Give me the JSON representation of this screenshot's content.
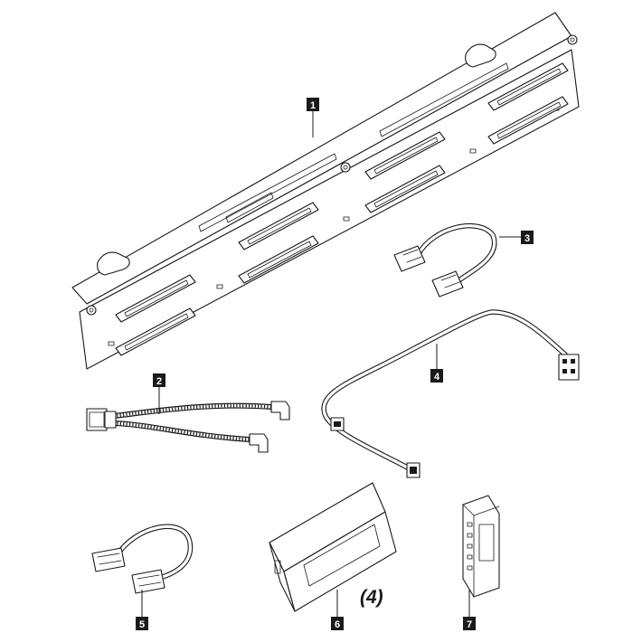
{
  "callouts": [
    {
      "id": "1",
      "label": "1",
      "part": "backplane"
    },
    {
      "id": "2",
      "label": "2",
      "part": "y-signal-cable"
    },
    {
      "id": "3",
      "label": "3",
      "part": "power-cable-short"
    },
    {
      "id": "4",
      "label": "4",
      "part": "power-cable-long"
    },
    {
      "id": "5",
      "label": "5",
      "part": "power-cable-small"
    },
    {
      "id": "6",
      "label": "6",
      "part": "drive-filler"
    },
    {
      "id": "7",
      "label": "7",
      "part": "clip-connector"
    }
  ],
  "quantity_note": "(4)"
}
